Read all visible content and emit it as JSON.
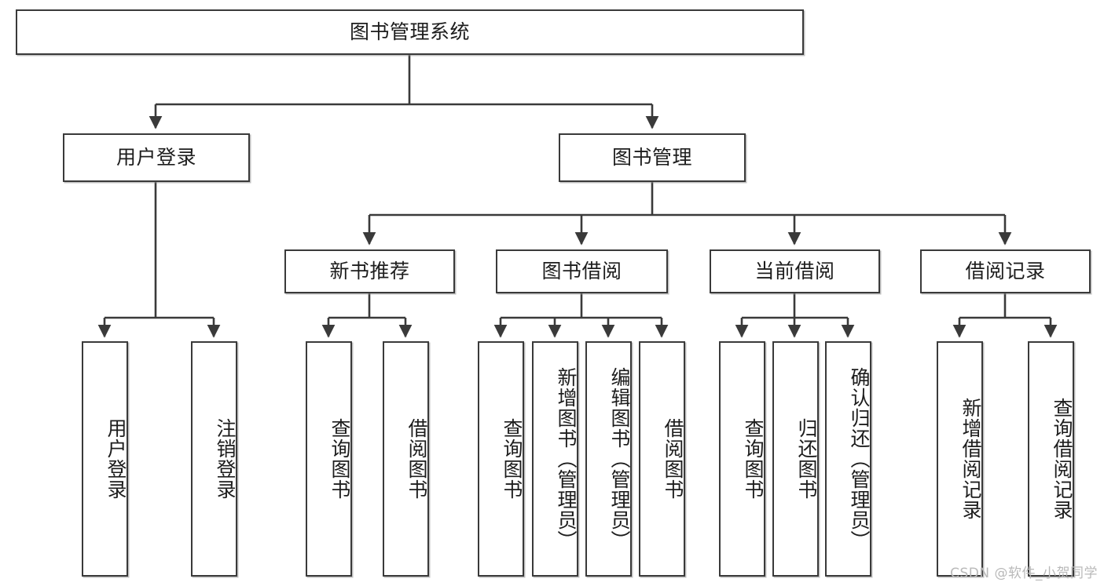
{
  "diagram": {
    "type": "hierarchy-tree",
    "title": "图书管理系统",
    "watermark": "CSDN @软件_小贺同学",
    "colors": {
      "box_border": "#3a3a3a",
      "box_fill": "#ffffff",
      "edge": "#3a3a3a",
      "text": "#1d1d1d",
      "watermark": "#b9b9b9"
    },
    "levels": {
      "root": {
        "label": "图书管理系统"
      },
      "level2": [
        {
          "label": "用户登录"
        },
        {
          "label": "图书管理"
        }
      ],
      "level3": [
        {
          "label": "新书推荐"
        },
        {
          "label": "图书借阅"
        },
        {
          "label": "当前借阅"
        },
        {
          "label": "借阅记录"
        }
      ],
      "leaves": {
        "user_login": [
          {
            "label": "用户登录"
          },
          {
            "label": "注销登录"
          }
        ],
        "new_book_recommend": [
          {
            "label": "查询图书"
          },
          {
            "label": "借阅图书"
          }
        ],
        "book_borrow": [
          {
            "label": "查询图书"
          },
          {
            "label": "新增图书（管理员）"
          },
          {
            "label": "编辑图书（管理员）"
          },
          {
            "label": "借阅图书"
          }
        ],
        "current_borrow": [
          {
            "label": "查询图书"
          },
          {
            "label": "归还图书"
          },
          {
            "label": "确认归还（管理员）"
          }
        ],
        "borrow_record": [
          {
            "label": "新增借阅记录"
          },
          {
            "label": "查询借阅记录"
          }
        ]
      }
    }
  }
}
